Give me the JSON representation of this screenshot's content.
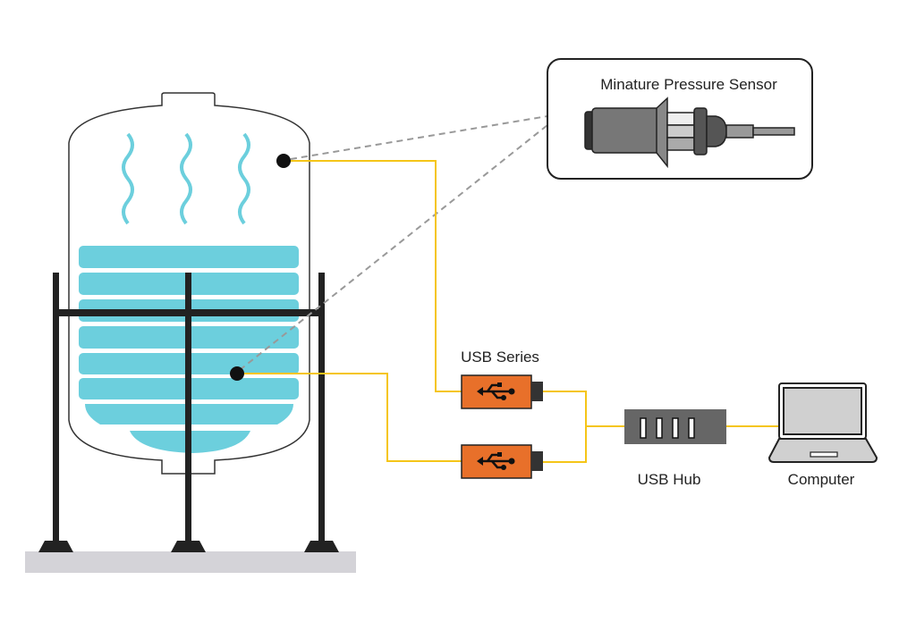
{
  "labels": {
    "sensor_title": "Minature Pressure Sensor",
    "usb_series": "USB Series",
    "usb_hub": "USB Hub",
    "computer": "Computer"
  },
  "colors": {
    "cable": "#f5c518",
    "liquid": "#6ccfdd",
    "usb_device": "#e8702a",
    "frame": "#222222",
    "floor": "#d4d3d8",
    "hub": "#666666"
  },
  "icons": [
    "pressure-sensor-icon",
    "usb-icon",
    "usb-hub-icon",
    "laptop-icon",
    "tank-icon"
  ]
}
